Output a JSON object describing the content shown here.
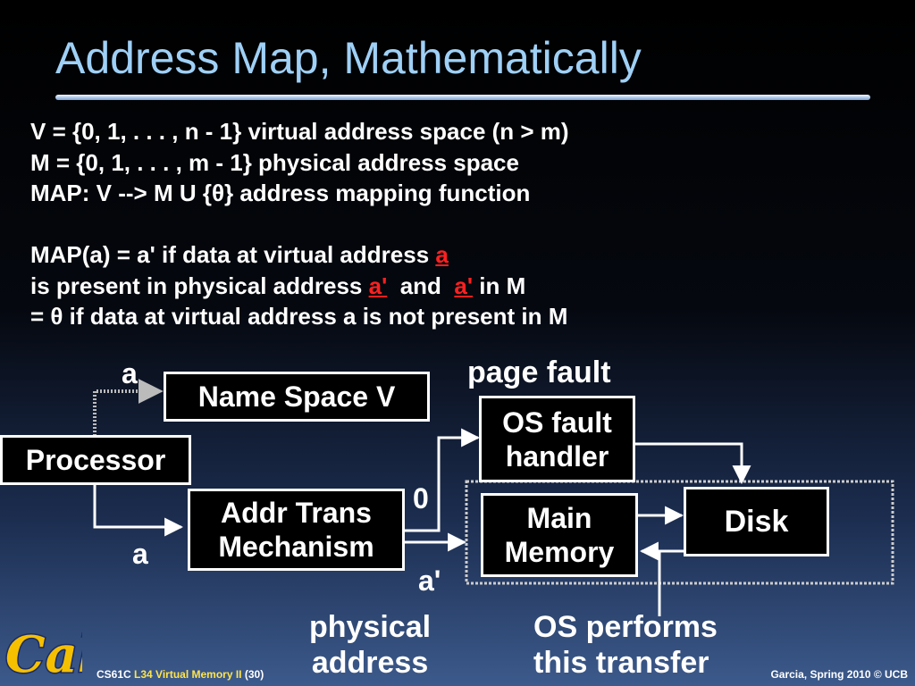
{
  "slide": {
    "title": "Address Map, Mathematically",
    "lines": [
      "V = {0, 1, . . . , n - 1}   virtual address space (n > m)",
      "M = {0, 1, . . . , m - 1}  physical address space",
      "MAP:  V -->  M  U  {θ}  address mapping function",
      "",
      "MAP(a)  =  a'  if data at virtual address ",
      "is present in physical address ",
      "= θ if data at virtual address a is not present in M"
    ],
    "highlight": {
      "a": "a",
      "a_prime": "a'"
    },
    "and_text": "  and  ",
    "in_m_text": " in M"
  },
  "diagram": {
    "processor": "Processor",
    "name_space": "Name Space V",
    "addr_trans": [
      "Addr Trans",
      "Mechanism"
    ],
    "os_fault": [
      "OS fault",
      "handler"
    ],
    "main_memory": [
      "Main",
      "Memory"
    ],
    "disk": "Disk",
    "label_a_top": "a",
    "label_a_bottom": "a",
    "label_page_fault": "page fault",
    "label_zero": "0",
    "label_a_prime": "a'",
    "label_physical_address": [
      "physical",
      "address"
    ],
    "label_os_transfer": [
      "OS performs",
      "this transfer"
    ]
  },
  "footer": {
    "course": "CS61C ",
    "lecture": "L34 Virtual Memory II",
    "page": " (30)",
    "credit": "Garcia, Spring 2010 © UCB"
  },
  "logo": {
    "text": "Cal",
    "color": "#f5c000"
  }
}
